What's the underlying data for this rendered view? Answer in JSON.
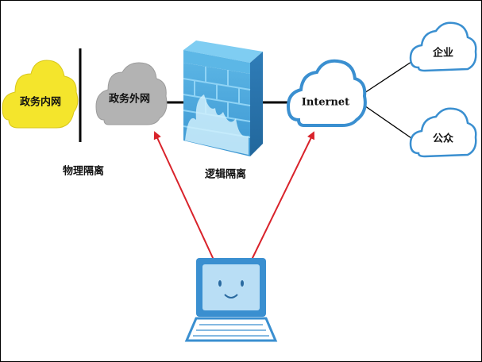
{
  "nodes": {
    "intranet": {
      "label": "政务内网",
      "color": "#f4e52c"
    },
    "extranet": {
      "label": "政务外网",
      "color": "#b3b3b3"
    },
    "internet": {
      "label": "Internet",
      "color": "#3a8fd0"
    },
    "enterprise": {
      "label": "企业",
      "color": "#3a8fd0"
    },
    "public": {
      "label": "公众",
      "color": "#3a8fd0"
    }
  },
  "labels": {
    "physical_isolation": "物理隔离",
    "logical_isolation": "逻辑隔离"
  },
  "icons": {
    "firewall": "firewall-icon",
    "laptop": "laptop-icon"
  },
  "colors": {
    "arrow": "#d9232b",
    "divider": "#000000",
    "firewall_front": "#4aa3d8",
    "firewall_top": "#6cc3ee",
    "laptop_body": "#3a8fd0"
  }
}
